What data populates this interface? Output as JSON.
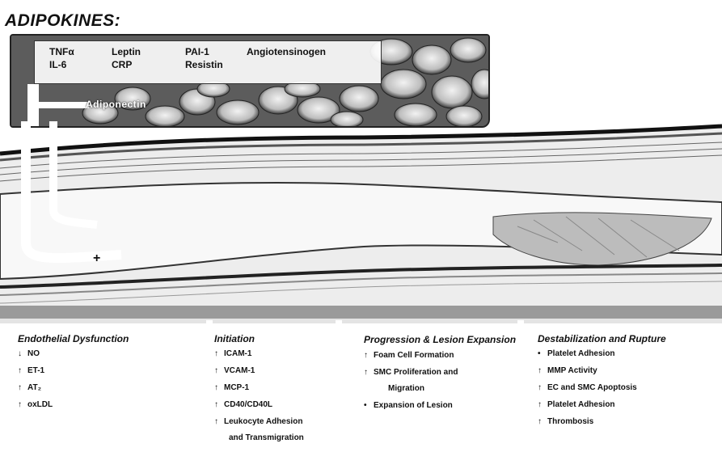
{
  "title": "ADIPOKINES:",
  "adipokines": {
    "row1": [
      "TNFα",
      "Leptin",
      "PAI-1",
      "Angiotensinogen"
    ],
    "row2": [
      "IL-6",
      "CRP",
      "Resistin"
    ],
    "reduced": "Adiponectin"
  },
  "stages": [
    {
      "title": "Endothelial Dysfunction",
      "items": [
        {
          "arrow": "↓",
          "text": "NO"
        },
        {
          "arrow": "↑",
          "text": "ET-1"
        },
        {
          "arrow": "↑",
          "text": "AT₂"
        },
        {
          "arrow": "↑",
          "text": "oxLDL"
        }
      ]
    },
    {
      "title": "Initiation",
      "items": [
        {
          "arrow": "↑",
          "text": "ICAM-1"
        },
        {
          "arrow": "↑",
          "text": "VCAM-1"
        },
        {
          "arrow": "↑",
          "text": "MCP-1"
        },
        {
          "arrow": "↑",
          "text": "CD40/CD40L"
        },
        {
          "arrow": "↑",
          "text": "Leukocyte Adhesion",
          "cont": "and Transmigration"
        }
      ]
    },
    {
      "title": "Progression & Lesion Expansion",
      "items": [
        {
          "arrow": "↑",
          "text": "Foam Cell Formation"
        },
        {
          "arrow": "↑",
          "text": "SMC Proliferation and",
          "cont": "Migration"
        },
        {
          "arrow": "•",
          "text": "Expansion of Lesion"
        }
      ]
    },
    {
      "title": "Destabilization and Rupture",
      "items": [
        {
          "arrow": "•",
          "text": "Platelet Adhesion"
        },
        {
          "arrow": "↑",
          "text": "MMP Activity"
        },
        {
          "arrow": "↑",
          "text": "EC and SMC Apoptosis"
        },
        {
          "arrow": "↑",
          "text": "Platelet Adhesion"
        },
        {
          "arrow": "↑",
          "text": "Thrombosis"
        }
      ]
    }
  ]
}
